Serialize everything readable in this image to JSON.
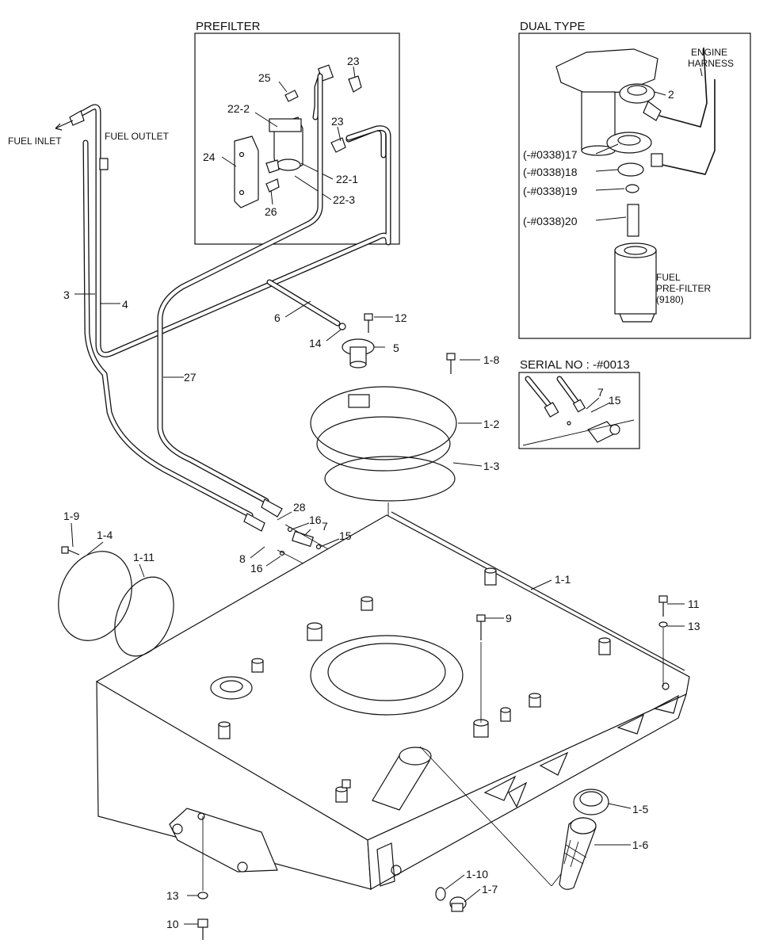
{
  "insets": {
    "prefilter": "PREFILTER",
    "dual_type": "DUAL TYPE",
    "serial": "SERIAL NO : -#0013"
  },
  "labels": {
    "fuel_inlet": "FUEL INLET",
    "fuel_outlet": "FUEL OUTLET",
    "engine": "ENGINE",
    "harness": "HARNESS",
    "fuel": "FUEL",
    "pre_filter": "PRE-FILTER",
    "pre_filter_no": "(9180)"
  },
  "callouts": {
    "p25": "25",
    "p23a": "23",
    "p22_2": "22-2",
    "p23b": "23",
    "p24": "24",
    "p22_1": "22-1",
    "p22_3": "22-3",
    "p26": "26",
    "d2": "2",
    "d17": "(-#0338)17",
    "d18": "(-#0338)18",
    "d19": "(-#0338)19",
    "d20": "(-#0338)20",
    "s7": "7",
    "s15": "15",
    "p3": "3",
    "p4": "4",
    "p6": "6",
    "p12": "12",
    "p14": "14",
    "p5": "5",
    "p1_8": "1-8",
    "p27": "27",
    "p1_2": "1-2",
    "p1_3": "1-3",
    "p28": "28",
    "p16a": "16",
    "p7": "7",
    "p15": "15",
    "p8": "8",
    "p16b": "16",
    "p1_9": "1-9",
    "p1_4": "1-4",
    "p1_11": "1-11",
    "p1_1": "1-1",
    "p11": "11",
    "p9": "9",
    "p13a": "13",
    "p1_5": "1-5",
    "p1_6": "1-6",
    "p1_10": "1-10",
    "p1_7": "1-7",
    "p13b": "13",
    "p10": "10"
  }
}
